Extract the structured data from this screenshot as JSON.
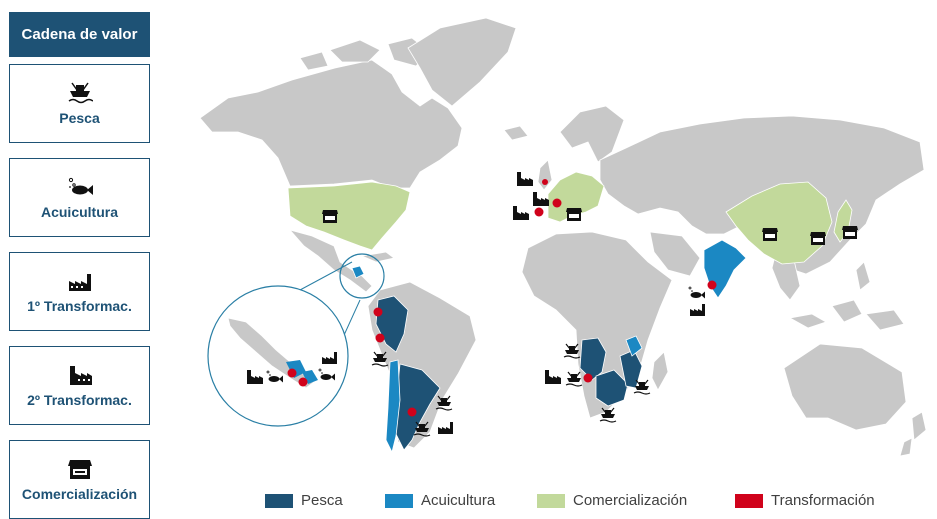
{
  "sidebar": {
    "title": "Cadena de valor",
    "items": [
      {
        "label": "Pesca",
        "icon": "fishing-boat-icon"
      },
      {
        "label": "Acuicultura",
        "icon": "fish-icon"
      },
      {
        "label": "1º Transformac.",
        "icon": "factory-icon"
      },
      {
        "label": "2º Transformac.",
        "icon": "factory-large-icon"
      },
      {
        "label": "Comercialización",
        "icon": "store-icon"
      }
    ]
  },
  "legend": [
    {
      "label": "Pesca",
      "color": "#1e5275"
    },
    {
      "label": "Acuicultura",
      "color": "#1b88c3"
    },
    {
      "label": "Comercialización",
      "color": "#c2d99b"
    },
    {
      "label": "Transformación",
      "color": "#d0021b"
    }
  ],
  "colors": {
    "land": "#c8c8c8",
    "border": "#ffffff",
    "pesca": "#1e5275",
    "acuicultura": "#1b88c3",
    "comercializacion": "#c2d99b",
    "transformacion": "#d0021b"
  }
}
